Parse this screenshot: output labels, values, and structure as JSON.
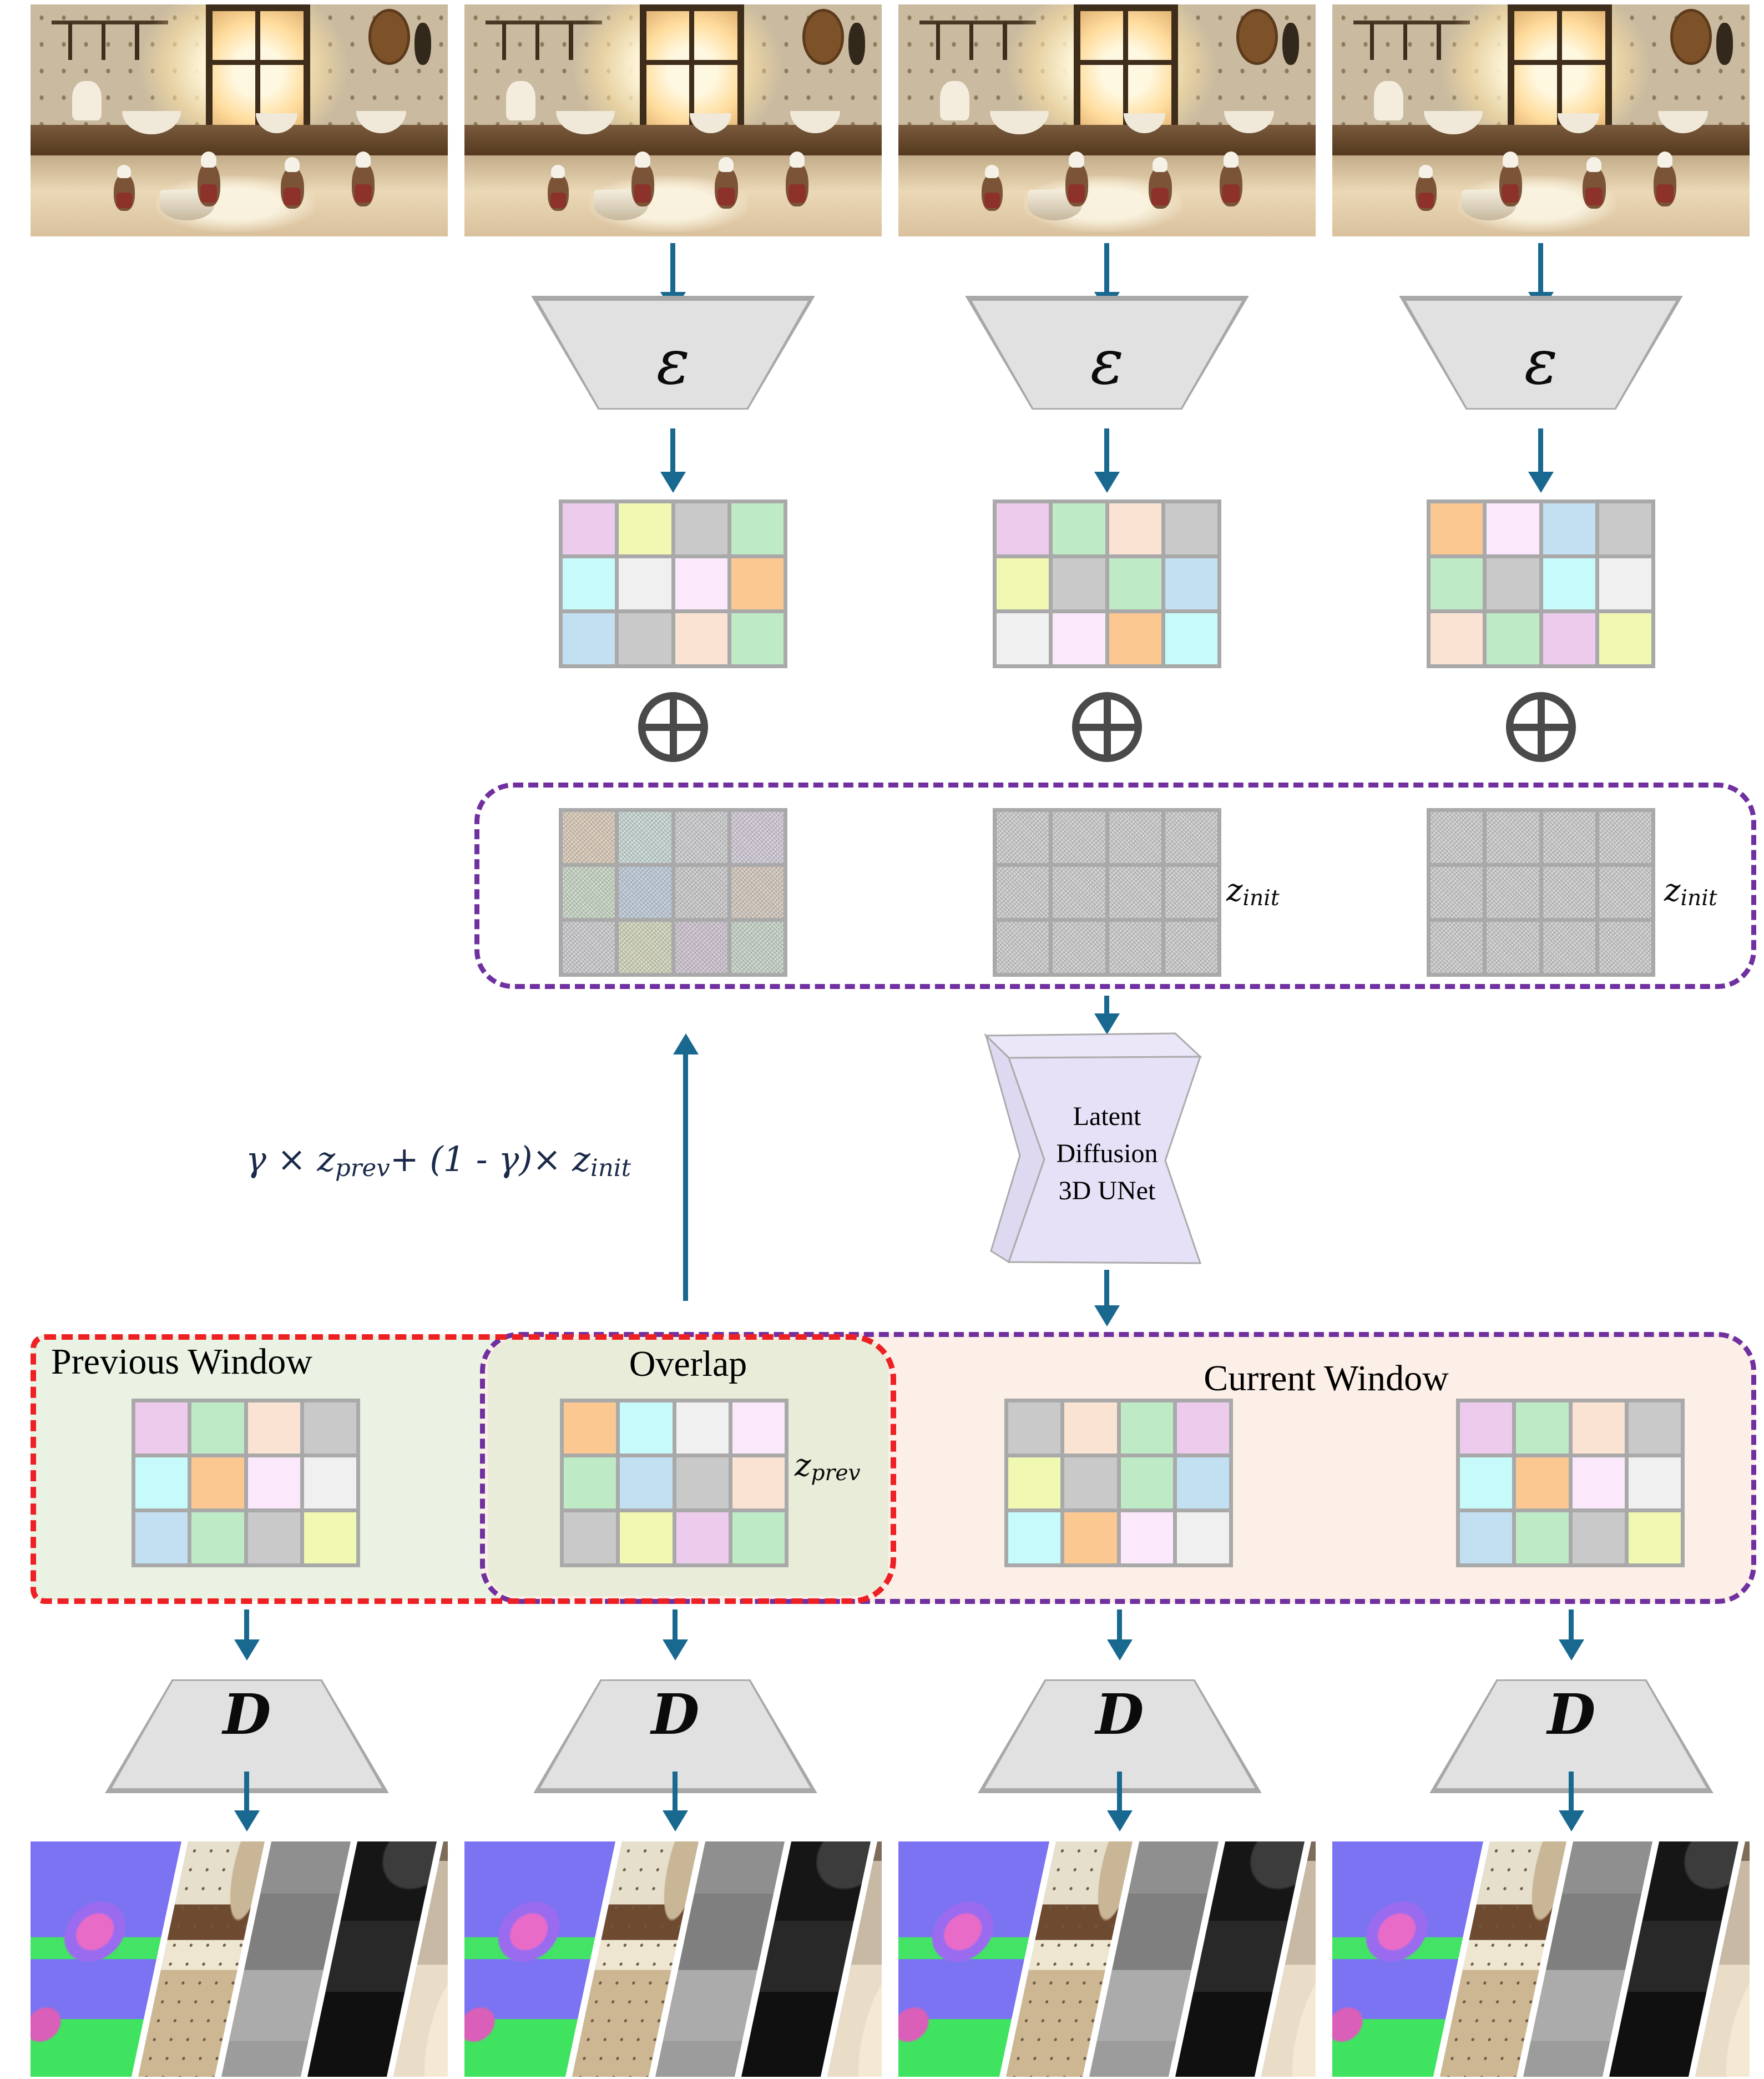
{
  "labels": {
    "encoder": "ε",
    "decoder": "D"
  },
  "unet": {
    "line1": "Latent",
    "line2": "Diffusion",
    "line3": "3D UNet"
  },
  "formula": {
    "segments": [
      {
        "t": "γ × z"
      },
      {
        "s": "prev"
      },
      {
        "t": "+ (1 - γ)× z"
      },
      {
        "s": "init"
      }
    ]
  },
  "z_labels": {
    "init": [
      {
        "t": "z"
      },
      {
        "s": "init"
      }
    ],
    "prev": [
      {
        "t": "z"
      },
      {
        "s": "prev"
      }
    ]
  },
  "windows": {
    "previous": "Previous Window",
    "overlap": "Overlap",
    "current": "Current Window"
  },
  "palette": {
    "pink": "#EDCBED",
    "yellow": "#F1F8B2",
    "gray": "#C9C9C9",
    "green": "#BEEBC5",
    "cyan": "#C7FBFB",
    "white": "#F0F0F0",
    "palepink": "#FBE9FB",
    "orange": "#FCC892",
    "blue": "#C2E0F2",
    "peach": "#FAE3D2"
  },
  "grids": {
    "g1": [
      [
        "pink",
        "yellow",
        "gray",
        "green"
      ],
      [
        "cyan",
        "white",
        "palepink",
        "orange"
      ],
      [
        "blue",
        "gray",
        "peach",
        "green"
      ]
    ],
    "g2": [
      [
        "pink",
        "green",
        "peach",
        "gray"
      ],
      [
        "yellow",
        "gray",
        "green",
        "blue"
      ],
      [
        "white",
        "palepink",
        "orange",
        "cyan"
      ]
    ],
    "g3": [
      [
        "orange",
        "palepink",
        "blue",
        "gray"
      ],
      [
        "green",
        "gray",
        "cyan",
        "white"
      ],
      [
        "peach",
        "green",
        "pink",
        "yellow"
      ]
    ],
    "p": [
      [
        "pink",
        "green",
        "peach",
        "gray"
      ],
      [
        "cyan",
        "orange",
        "palepink",
        "white"
      ],
      [
        "blue",
        "green",
        "gray",
        "yellow"
      ]
    ],
    "o": [
      [
        "orange",
        "cyan",
        "white",
        "palepink"
      ],
      [
        "green",
        "blue",
        "gray",
        "peach"
      ],
      [
        "gray",
        "yellow",
        "pink",
        "green"
      ]
    ],
    "c1": [
      [
        "gray",
        "peach",
        "green",
        "pink"
      ],
      [
        "yellow",
        "gray",
        "green",
        "blue"
      ],
      [
        "cyan",
        "orange",
        "palepink",
        "white"
      ]
    ],
    "c2": [
      [
        "pink",
        "green",
        "peach",
        "gray"
      ],
      [
        "cyan",
        "orange",
        "palepink",
        "white"
      ],
      [
        "blue",
        "green",
        "gray",
        "yellow"
      ]
    ]
  },
  "noise": {
    "n1": [
      [
        "#E9D9C6",
        "#D6E7E3",
        "#DCDCE0",
        "#E0D9E6"
      ],
      [
        "#D6E5D3",
        "#CDDAE9",
        "#D9D9D9",
        "#E3D7CC"
      ],
      [
        "#DBDBDF",
        "#E1E4CA",
        "#DED2E0",
        "#D5E2D6"
      ]
    ],
    "n2": [
      [
        "#DCDCDC",
        "#DCDCDC",
        "#DCDCDC",
        "#DCDCDC"
      ],
      [
        "#DCDCDC",
        "#DCDCDC",
        "#DCDCDC",
        "#DCDCDC"
      ],
      [
        "#DCDCDC",
        "#DCDCDC",
        "#DCDCDC",
        "#DCDCDC"
      ]
    ],
    "n3": [
      [
        "#DCDCDC",
        "#DCDCDC",
        "#DCDCDC",
        "#DCDCDC"
      ],
      [
        "#DCDCDC",
        "#DCDCDC",
        "#DCDCDC",
        "#DCDCDC"
      ],
      [
        "#DCDCDC",
        "#DCDCDC",
        "#DCDCDC",
        "#DCDCDC"
      ]
    ]
  },
  "colors": {
    "arrow": "#19688F",
    "oplus": "#4A4A4A",
    "purple_dash": "#7030A0",
    "red_dash": "#ED2024",
    "prev_fill": "#EAF2E3",
    "overlap_fill": "#E9ECD8",
    "current_fill": "#FBEFE7",
    "trap_fill": "#E1E1E1",
    "trap_stroke": "#A8A8A8",
    "grid_line": "#A9A9A9",
    "unet_front": "#E6E1F7",
    "unet_side": "#DED8F1",
    "unet_top": "#EBE7F9",
    "unet_stroke": "#ABABAB",
    "formula_ink": "#1B2A4A"
  },
  "input_frame_count": 4,
  "output_frame_count": 4
}
